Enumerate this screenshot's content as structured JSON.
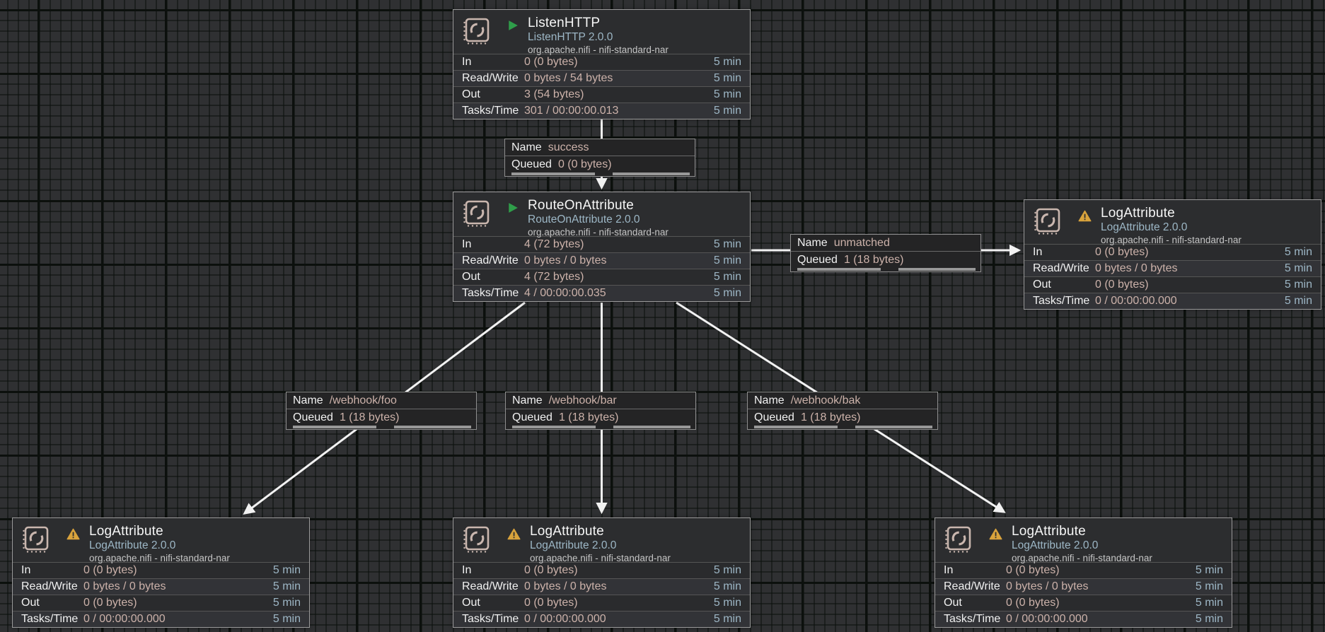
{
  "app": "NiFi flow canvas",
  "colors": {
    "canvas_bg": "#2f3032",
    "grid_line": "#0c100d",
    "node_bg": "#2c2d2f",
    "node_border": "#9a9a9a",
    "running_green": "#2f9e4a",
    "warning_amber": "#d9a33c",
    "stamp_icon": "#c9b6ae",
    "value_text": "#ccb2aa",
    "window_text": "#9db6c5",
    "wire": "#f2f2f2"
  },
  "processors": [
    {
      "title": "ListenHTTP",
      "type": "ListenHTTP 2.0.0",
      "bundle": "org.apache.nifi - nifi-standard-nar",
      "status": "running",
      "rows": [
        {
          "label": "In",
          "value": "0 (0 bytes)",
          "window": "5 min"
        },
        {
          "label": "Read/Write",
          "value": "0 bytes / 54 bytes",
          "window": "5 min"
        },
        {
          "label": "Out",
          "value": "3 (54 bytes)",
          "window": "5 min"
        },
        {
          "label": "Tasks/Time",
          "value": "301 / 00:00:00.013",
          "window": "5 min"
        }
      ]
    },
    {
      "title": "RouteOnAttribute",
      "type": "RouteOnAttribute 2.0.0",
      "bundle": "org.apache.nifi - nifi-standard-nar",
      "status": "running",
      "rows": [
        {
          "label": "In",
          "value": "4 (72 bytes)",
          "window": "5 min"
        },
        {
          "label": "Read/Write",
          "value": "0 bytes / 0 bytes",
          "window": "5 min"
        },
        {
          "label": "Out",
          "value": "4 (72 bytes)",
          "window": "5 min"
        },
        {
          "label": "Tasks/Time",
          "value": "4 / 00:00:00.035",
          "window": "5 min"
        }
      ]
    },
    {
      "title": "LogAttribute",
      "type": "LogAttribute 2.0.0",
      "bundle": "org.apache.nifi - nifi-standard-nar",
      "status": "warning",
      "rows": [
        {
          "label": "In",
          "value": "0 (0 bytes)",
          "window": "5 min"
        },
        {
          "label": "Read/Write",
          "value": "0 bytes / 0 bytes",
          "window": "5 min"
        },
        {
          "label": "Out",
          "value": "0 (0 bytes)",
          "window": "5 min"
        },
        {
          "label": "Tasks/Time",
          "value": "0 / 00:00:00.000",
          "window": "5 min"
        }
      ]
    },
    {
      "title": "LogAttribute",
      "type": "LogAttribute 2.0.0",
      "bundle": "org.apache.nifi - nifi-standard-nar",
      "status": "warning",
      "rows": [
        {
          "label": "In",
          "value": "0 (0 bytes)",
          "window": "5 min"
        },
        {
          "label": "Read/Write",
          "value": "0 bytes / 0 bytes",
          "window": "5 min"
        },
        {
          "label": "Out",
          "value": "0 (0 bytes)",
          "window": "5 min"
        },
        {
          "label": "Tasks/Time",
          "value": "0 / 00:00:00.000",
          "window": "5 min"
        }
      ]
    },
    {
      "title": "LogAttribute",
      "type": "LogAttribute 2.0.0",
      "bundle": "org.apache.nifi - nifi-standard-nar",
      "status": "warning",
      "rows": [
        {
          "label": "In",
          "value": "0 (0 bytes)",
          "window": "5 min"
        },
        {
          "label": "Read/Write",
          "value": "0 bytes / 0 bytes",
          "window": "5 min"
        },
        {
          "label": "Out",
          "value": "0 (0 bytes)",
          "window": "5 min"
        },
        {
          "label": "Tasks/Time",
          "value": "0 / 00:00:00.000",
          "window": "5 min"
        }
      ]
    },
    {
      "title": "LogAttribute",
      "type": "LogAttribute 2.0.0",
      "bundle": "org.apache.nifi - nifi-standard-nar",
      "status": "warning",
      "rows": [
        {
          "label": "In",
          "value": "0 (0 bytes)",
          "window": "5 min"
        },
        {
          "label": "Read/Write",
          "value": "0 bytes / 0 bytes",
          "window": "5 min"
        },
        {
          "label": "Out",
          "value": "0 (0 bytes)",
          "window": "5 min"
        },
        {
          "label": "Tasks/Time",
          "value": "0 / 00:00:00.000",
          "window": "5 min"
        }
      ]
    }
  ],
  "connections": [
    {
      "name_label": "Name",
      "name": "success",
      "queued_label": "Queued",
      "queued": "0 (0 bytes)"
    },
    {
      "name_label": "Name",
      "name": "unmatched",
      "queued_label": "Queued",
      "queued": "1 (18 bytes)"
    },
    {
      "name_label": "Name",
      "name": "/webhook/foo",
      "queued_label": "Queued",
      "queued": "1 (18 bytes)"
    },
    {
      "name_label": "Name",
      "name": "/webhook/bar",
      "queued_label": "Queued",
      "queued": "1 (18 bytes)"
    },
    {
      "name_label": "Name",
      "name": "/webhook/bak",
      "queued_label": "Queued",
      "queued": "1 (18 bytes)"
    }
  ]
}
